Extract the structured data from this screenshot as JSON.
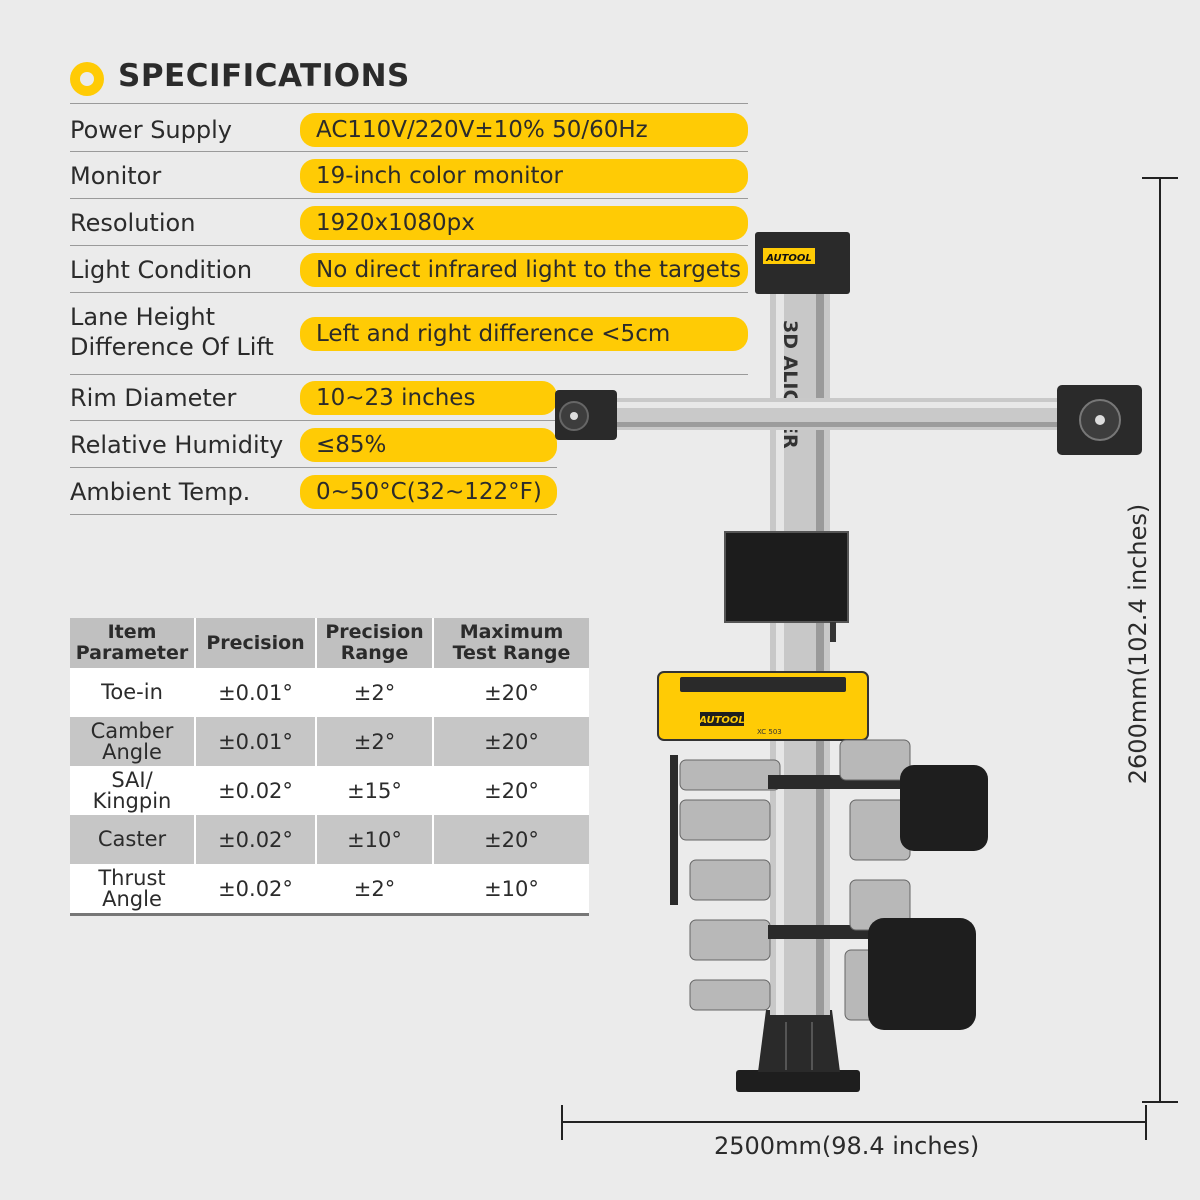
{
  "specs": {
    "title": "SPECIFICATIONS",
    "rows": [
      {
        "label": "Power Supply",
        "value": "AC110V/220V±10%   50/60Hz"
      },
      {
        "label": "Monitor",
        "value": "19-inch color monitor"
      },
      {
        "label": "Resolution",
        "value": "1920x1080px"
      },
      {
        "label": "Light Condition",
        "value": "No direct infrared light to the targets"
      },
      {
        "label_line1": "Lane Height",
        "label_line2": "Difference Of Lift",
        "value": "Left and right difference <5cm"
      },
      {
        "label": "Rim Diameter",
        "value": "10~23 inches"
      },
      {
        "label": "Relative Humidity",
        "value": "≤85%"
      },
      {
        "label": "Ambient Temp.",
        "value": "0~50°C(32~122°F)"
      }
    ]
  },
  "precision_table": {
    "headers": [
      {
        "line1": "Item",
        "line2": "Parameter"
      },
      {
        "line1": "Precision",
        "line2": ""
      },
      {
        "line1": "Precision",
        "line2": "Range"
      },
      {
        "line1": "Maximum",
        "line2": "Test Range"
      }
    ],
    "rows": [
      {
        "p1": "Toe-in",
        "p2": "",
        "precision": "±0.01°",
        "range": "±2°",
        "max": "±20°"
      },
      {
        "p1": "Camber",
        "p2": "Angle",
        "precision": "±0.01°",
        "range": "±2°",
        "max": "±20°"
      },
      {
        "p1": "SAI/",
        "p2": "Kingpin",
        "precision": "±0.02°",
        "range": "±15°",
        "max": "±20°"
      },
      {
        "p1": "Caster",
        "p2": "",
        "precision": "±0.02°",
        "range": "±10°",
        "max": "±20°"
      },
      {
        "p1": "Thrust",
        "p2": "Angle",
        "precision": "±0.02°",
        "range": "±2°",
        "max": "±10°"
      }
    ]
  },
  "machine": {
    "brand": "AUTOOL",
    "column_label": "3D ALIGNER",
    "cabinet_model": "XC 503"
  },
  "dimensions": {
    "width": "2500mm(98.4 inches)",
    "height": "2600mm(102.4 inches)"
  },
  "colors": {
    "accent": "#ffcb05",
    "background": "#ebebeb",
    "text": "#2b2b2b"
  }
}
